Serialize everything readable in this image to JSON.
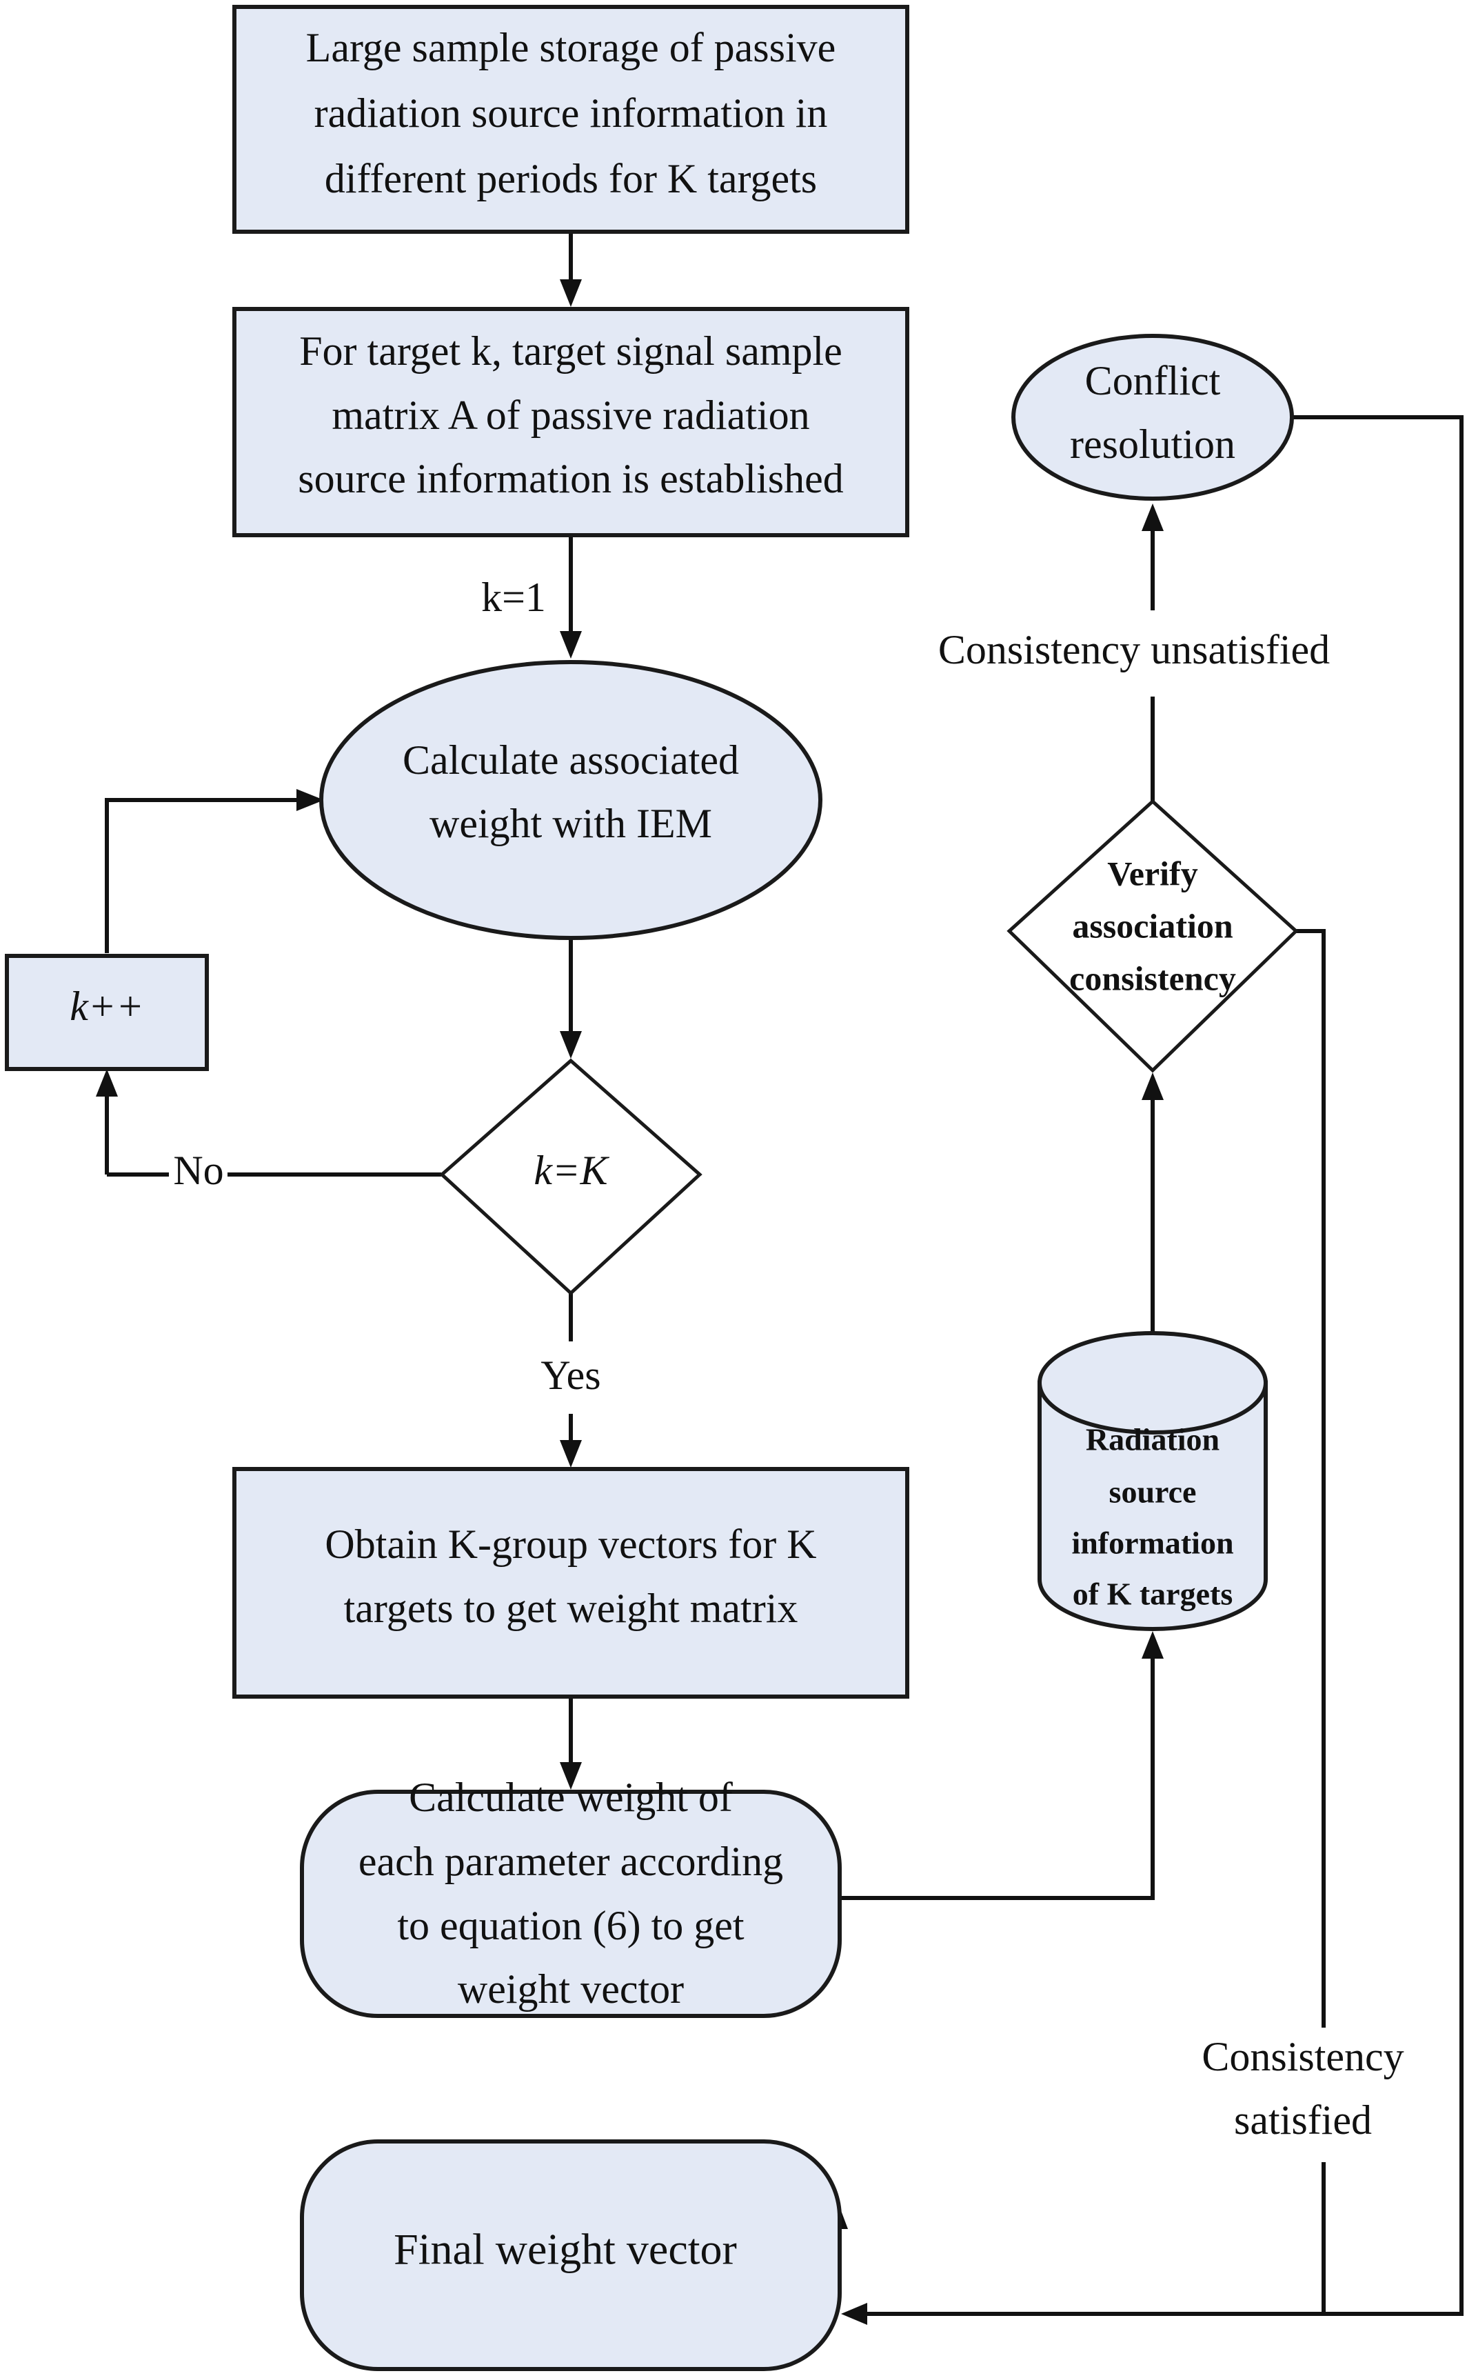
{
  "nodes": {
    "storage": [
      "Large sample storage of passive",
      "radiation source information in",
      "different periods for K targets"
    ],
    "matrix": [
      "For target k, target signal sample",
      "matrix A of passive radiation",
      "source information is established"
    ],
    "calc_iem": [
      "Calculate associated",
      "weight with IEM"
    ],
    "k_increment": "k++",
    "k_check": "k=K",
    "obtain": [
      "Obtain K-group vectors for K",
      "targets to get weight matrix"
    ],
    "calc_weight": [
      "Calculate weight of",
      "each parameter according",
      "to equation (6) to get",
      "weight vector"
    ],
    "final": "Final weight vector",
    "radiation_db": [
      "Radiation",
      "source",
      "information",
      "of K targets"
    ],
    "verify": [
      "Verify",
      "association",
      "consistency"
    ],
    "conflict": [
      "Conflict",
      "resolution"
    ]
  },
  "labels": {
    "k_init": "k=1",
    "no": "No",
    "yes": "Yes",
    "unsatisfied": "Consistency unsatisfied",
    "satisfied": [
      "Consistency",
      "satisfied"
    ]
  },
  "colors": {
    "box_fill": "#e3e9f5",
    "stroke": "#111111"
  }
}
